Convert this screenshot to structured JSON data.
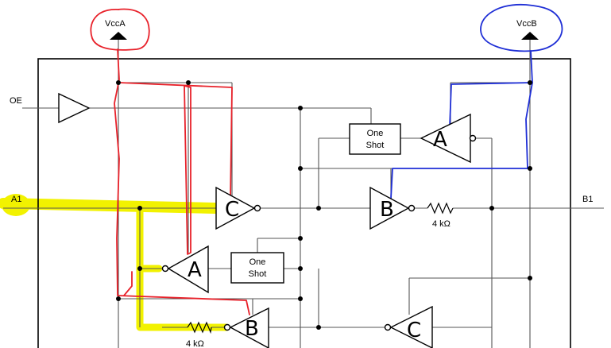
{
  "supplies": {
    "vcca": "VccA",
    "vccb": "VccB"
  },
  "pins": {
    "oe": "OE",
    "a1": "A1",
    "b1": "B1"
  },
  "blocks": {
    "one_shot_top": {
      "line1": "One",
      "line2": "Shot"
    },
    "one_shot_bottom": {
      "line1": "One",
      "line2": "Shot"
    }
  },
  "resistors": {
    "top": "4 kΩ",
    "bottom": "4 kΩ"
  },
  "annotations": {
    "top_right_buffer": "A",
    "middle_left_buffer": "C",
    "middle_right_buffer": "B",
    "lower_left_buffer": "A",
    "bottom_left_buffer": "B",
    "bottom_right_buffer": "C"
  },
  "colors": {
    "vcca_rail": "#e8212a",
    "vccb_rail": "#1f2fd6",
    "a1_path": "#f2f200"
  }
}
